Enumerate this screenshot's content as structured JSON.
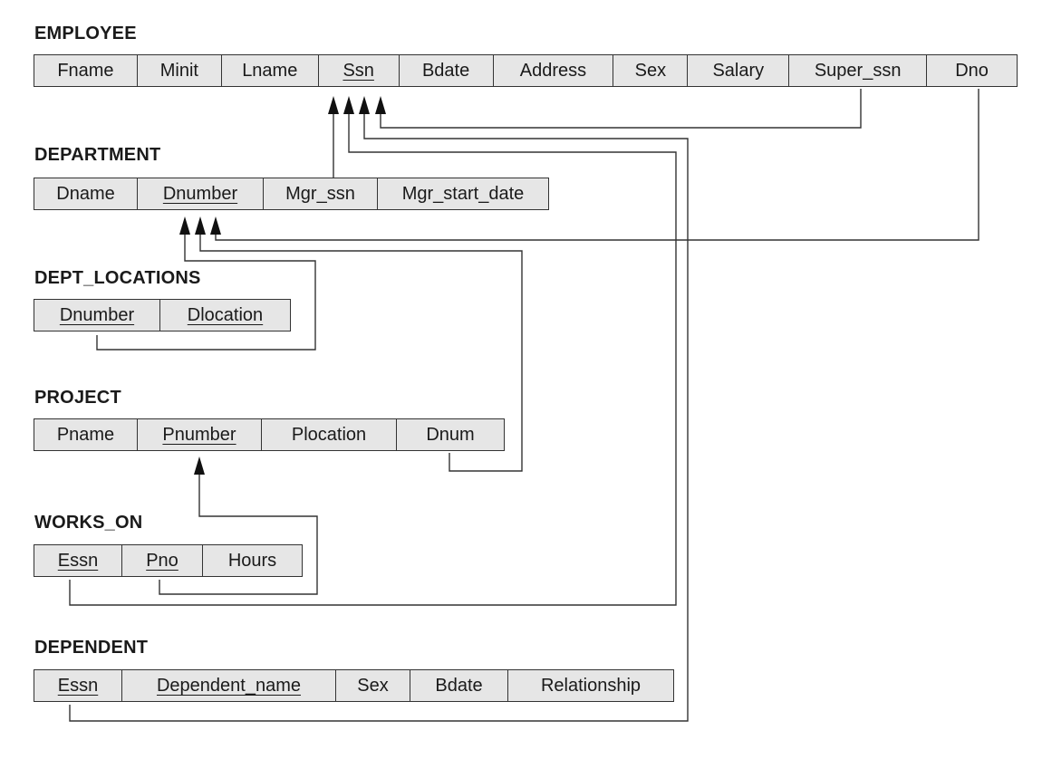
{
  "tables": [
    {
      "name": "EMPLOYEE",
      "attributes": [
        {
          "label": "Fname",
          "pk": false
        },
        {
          "label": "Minit",
          "pk": false
        },
        {
          "label": "Lname",
          "pk": false
        },
        {
          "label": "Ssn",
          "pk": true
        },
        {
          "label": "Bdate",
          "pk": false
        },
        {
          "label": "Address",
          "pk": false
        },
        {
          "label": "Sex",
          "pk": false
        },
        {
          "label": "Salary",
          "pk": false
        },
        {
          "label": "Super_ssn",
          "pk": false
        },
        {
          "label": "Dno",
          "pk": false
        }
      ]
    },
    {
      "name": "DEPARTMENT",
      "attributes": [
        {
          "label": "Dname",
          "pk": false
        },
        {
          "label": "Dnumber",
          "pk": true
        },
        {
          "label": "Mgr_ssn",
          "pk": false
        },
        {
          "label": "Mgr_start_date",
          "pk": false
        }
      ]
    },
    {
      "name": "DEPT_LOCATIONS",
      "attributes": [
        {
          "label": "Dnumber",
          "pk": true
        },
        {
          "label": "Dlocation",
          "pk": true
        }
      ]
    },
    {
      "name": "PROJECT",
      "attributes": [
        {
          "label": "Pname",
          "pk": false
        },
        {
          "label": "Pnumber",
          "pk": true
        },
        {
          "label": "Plocation",
          "pk": false
        },
        {
          "label": "Dnum",
          "pk": false
        }
      ]
    },
    {
      "name": "WORKS_ON",
      "attributes": [
        {
          "label": "Essn",
          "pk": true
        },
        {
          "label": "Pno",
          "pk": true
        },
        {
          "label": "Hours",
          "pk": false
        }
      ]
    },
    {
      "name": "DEPENDENT",
      "attributes": [
        {
          "label": "Essn",
          "pk": true
        },
        {
          "label": "Dependent_name",
          "pk": true
        },
        {
          "label": "Sex",
          "pk": false
        },
        {
          "label": "Bdate",
          "pk": false
        },
        {
          "label": "Relationship",
          "pk": false
        }
      ]
    }
  ],
  "references": [
    {
      "from": "EMPLOYEE.Super_ssn",
      "to": "EMPLOYEE.Ssn"
    },
    {
      "from": "EMPLOYEE.Dno",
      "to": "DEPARTMENT.Dnumber"
    },
    {
      "from": "DEPARTMENT.Mgr_ssn",
      "to": "EMPLOYEE.Ssn"
    },
    {
      "from": "DEPT_LOCATIONS.Dnumber",
      "to": "DEPARTMENT.Dnumber"
    },
    {
      "from": "PROJECT.Dnum",
      "to": "DEPARTMENT.Dnumber"
    },
    {
      "from": "WORKS_ON.Essn",
      "to": "EMPLOYEE.Ssn"
    },
    {
      "from": "WORKS_ON.Pno",
      "to": "PROJECT.Pnumber"
    },
    {
      "from": "DEPENDENT.Essn",
      "to": "EMPLOYEE.Ssn"
    }
  ],
  "colors": {
    "cell_fill": "#e6e6e6",
    "line": "#333333",
    "text": "#1a1a1a"
  }
}
